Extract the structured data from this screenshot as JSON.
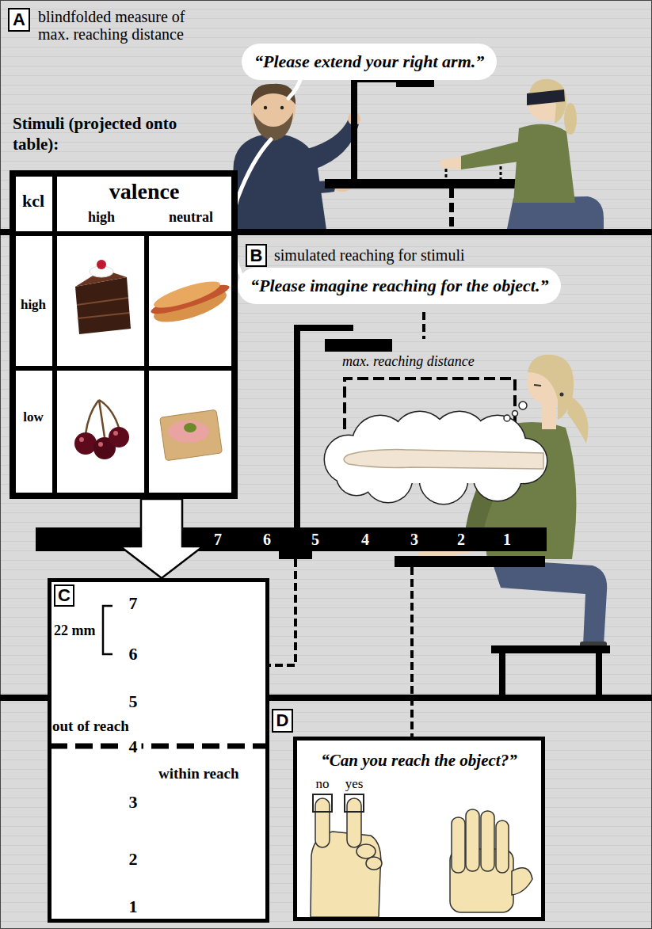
{
  "diagram": {
    "nodes": [
      {
        "text": [
          "A",
          "blindfolded measure of max. reaching distance"
        ]
      },
      {
        "text": [
          "“Please extend your right arm.”"
        ]
      },
      {
        "text": [
          "Stimuli (projected onto table):"
        ]
      },
      {
        "text": [
          "B",
          "simulated reaching for stimuli"
        ]
      },
      {
        "text": [
          "“Please imagine reaching for the object.”"
        ]
      },
      {
        "text": [
          "C"
        ]
      },
      {
        "text": [
          "D",
          "“Can you reach the object?”"
        ]
      }
    ],
    "edges": [
      {
        "from": 2,
        "to": 5,
        "arrow": "to"
      }
    ],
    "labels": [
      "kcl",
      "valence",
      "high",
      "neutral",
      "high",
      "low",
      "max. reaching distance",
      "7",
      "6",
      "5",
      "4",
      "3",
      "2",
      "1",
      "22 mm",
      "7",
      "6",
      "5",
      "out of reach",
      "4",
      "within reach",
      "3",
      "2",
      "1",
      "no",
      "yes"
    ]
  }
}
